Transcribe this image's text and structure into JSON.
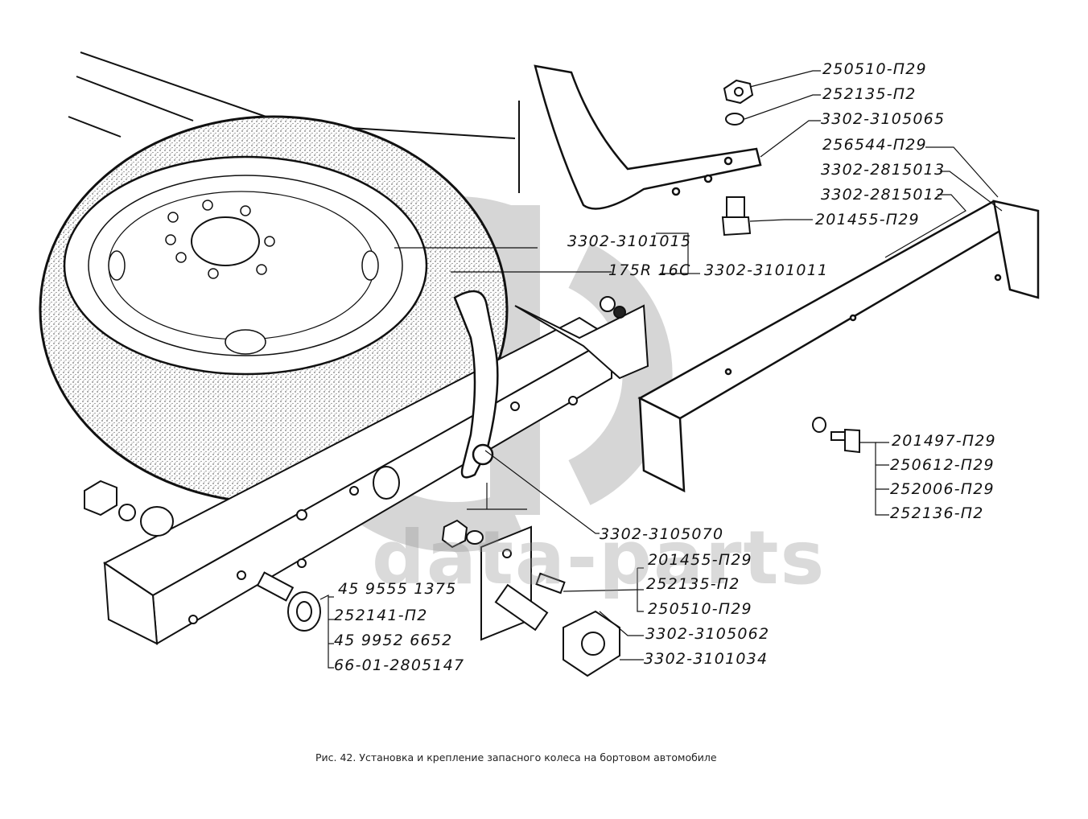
{
  "figure": {
    "caption": "Рис. 42. Установка и крепление запасного колеса на бортовом автомобиле",
    "watermark_text": "data-parts",
    "watermark_logo": "data-parts-logo"
  },
  "callouts": {
    "top_group": [
      "250510-П29",
      "252135-П2",
      "3302-3105065"
    ],
    "crossmember_group": [
      "256544-П29",
      "3302-2815013",
      "3302-2815012"
    ],
    "bolt_top": "201455-П29",
    "wheel_group": {
      "disc": "3302-3101015",
      "tire": "175R 16C",
      "assembly": "3302-3101011"
    },
    "right_group": [
      "201497-П29",
      "250612-П29",
      "252006-П29",
      "252136-П2"
    ],
    "holder": "3302-3105070",
    "plate_group": [
      "201455-П29",
      "252135-П2",
      "250510-П29"
    ],
    "plate": "3302-3105062",
    "wheel_nut": "3302-3101034",
    "eye_bolt_group": [
      "45 9555 1375",
      "252141-П2",
      "45 9952 6652",
      "66-01-2805147"
    ]
  }
}
